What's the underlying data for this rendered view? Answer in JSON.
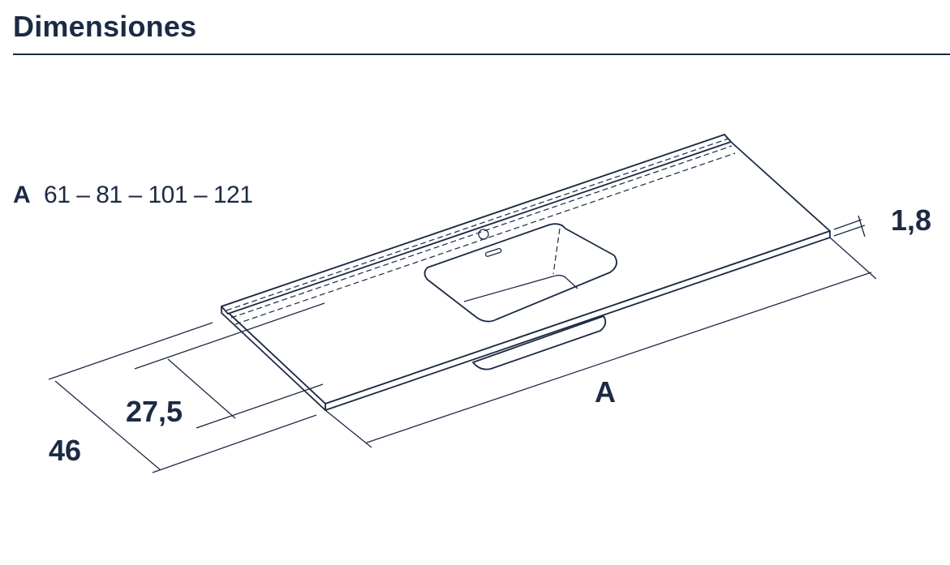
{
  "header": {
    "title": "Dimensiones"
  },
  "sizes": {
    "key": "A",
    "values": "61 – 81 – 101 – 121"
  },
  "dimensions": {
    "length": "A",
    "depth_total": "46",
    "depth_partial": "27,5",
    "thickness": "1,8"
  },
  "colors": {
    "ink": "#1c2a44",
    "background": "#ffffff"
  }
}
